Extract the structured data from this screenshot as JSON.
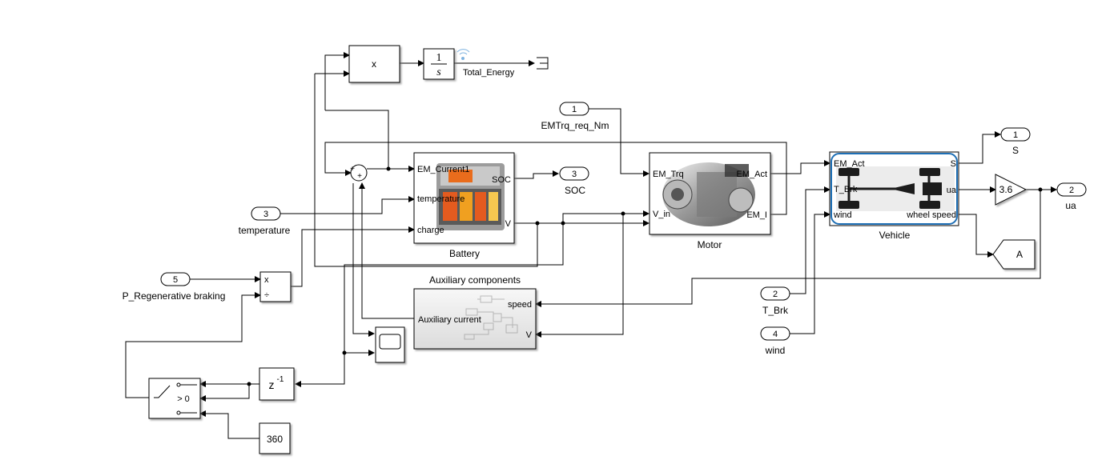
{
  "ports_in": [
    {
      "id": "emtrq",
      "number": "1",
      "label": "EMTrq_req_Nm"
    },
    {
      "id": "temperature",
      "number": "3",
      "label": "temperature"
    },
    {
      "id": "regen",
      "number": "5",
      "label": "P_Regenerative braking"
    },
    {
      "id": "tbrk",
      "number": "2",
      "label": "T_Brk"
    },
    {
      "id": "wind",
      "number": "4",
      "label": "wind"
    }
  ],
  "ports_out": [
    {
      "id": "soc",
      "number": "3",
      "label": "SOC"
    },
    {
      "id": "s",
      "number": "1",
      "label": "S"
    },
    {
      "id": "ua",
      "number": "2",
      "label": "ua"
    }
  ],
  "product_top": {
    "label": "x"
  },
  "integrator": {
    "numerator": "1",
    "denominator": "s"
  },
  "energy_signal": {
    "label": "Total_Energy"
  },
  "sum_block": {
    "symbol": "+"
  },
  "battery": {
    "name": "Battery",
    "in_ports": [
      "EM_Current1",
      "temperature",
      "charge"
    ],
    "out_ports": [
      "SOC",
      "V"
    ]
  },
  "motor": {
    "name": "Motor",
    "in_ports": [
      "EM_Trq",
      "V_in"
    ],
    "out_ports": [
      "EM_Act",
      "EM_I"
    ]
  },
  "vehicle": {
    "name": "Vehicle",
    "in_ports": [
      "EM_Act",
      "T_Brk",
      "wind"
    ],
    "out_ports": [
      "S",
      "ua",
      "wheel speed"
    ]
  },
  "gain": {
    "value": "3.6"
  },
  "goto_tag": {
    "label": "A"
  },
  "divide_block": {
    "mul": "x",
    "div": "÷"
  },
  "auxiliary": {
    "title": "Auxiliary components",
    "in_ports": [
      "speed",
      "V"
    ],
    "out_ports": [
      "Auxiliary current"
    ]
  },
  "delay": {
    "base": "z",
    "exp": "-1"
  },
  "switch_block": {
    "criteria": "> 0"
  },
  "constant": {
    "value": "360"
  }
}
